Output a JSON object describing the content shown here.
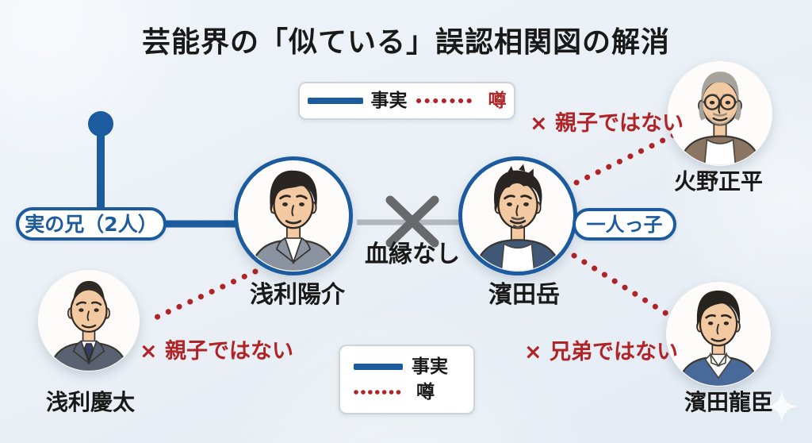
{
  "title": "芸能界の「似ている」誤認相関図の解消",
  "legend_top": {
    "fact": "事実",
    "rumor": "噂"
  },
  "legend_bottom": {
    "fact": "事実",
    "rumor": "噂"
  },
  "people": {
    "asari_yosuke": {
      "name": "浅利陽介",
      "icon": "man-gray-suit-avatar"
    },
    "hamada_gaku": {
      "name": "濱田岳",
      "icon": "man-navy-jacket-goatee-avatar"
    },
    "hino_shohei": {
      "name": "火野正平",
      "icon": "older-man-glasses-avatar"
    },
    "asari_keita": {
      "name": "浅利慶太",
      "icon": "older-man-suit-tie-avatar"
    },
    "hamada_tatsuomi": {
      "name": "濱田龍臣",
      "icon": "young-man-blue-jacket-avatar"
    }
  },
  "labels": {
    "real_brothers": "実の兄（2人）",
    "only_child": "一人っ子",
    "no_blood_relation": "血縁なし",
    "not_parent_child_hino": "× 親子ではない",
    "not_parent_child_keita": "× 親子ではない",
    "not_brothers": "× 兄弟ではない"
  },
  "colors": {
    "fact_blue": "#1b5b9e",
    "rumor_red": "#b02326",
    "neutral_gray": "#b3b8bd",
    "cross_gray": "#67696d"
  }
}
